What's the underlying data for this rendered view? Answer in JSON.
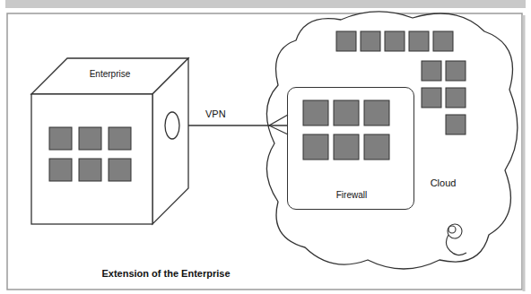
{
  "diagram": {
    "caption": "Extension of the Enterprise",
    "nodes": [
      {
        "text": [
          "Enterprise"
        ]
      },
      {
        "text": [
          "Cloud"
        ]
      },
      {
        "text": [
          "Firewall"
        ],
        "in": 1
      }
    ],
    "edges": [
      {
        "from": 0,
        "to": 2,
        "label": "VPN",
        "arrow": "none"
      }
    ]
  }
}
